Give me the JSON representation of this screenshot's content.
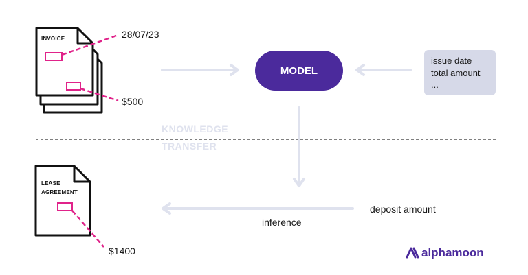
{
  "invoice_doc": {
    "title": "INVOICE",
    "date_value": "28/07/23",
    "amount_value": "$500"
  },
  "model": {
    "label": "MODEL"
  },
  "fields_box": {
    "lines": [
      "issue date",
      "total amount",
      "..."
    ]
  },
  "divider": {
    "label_line1": "KNOWLEDGE",
    "label_line2": "TRANSFER"
  },
  "lease_doc": {
    "title_line1": "LEASE",
    "title_line2": "AGREEMENT",
    "amount_value": "$1400"
  },
  "inference": {
    "query_label": "deposit amount",
    "label": "inference"
  },
  "brand": {
    "name": "alphamoon"
  },
  "colors": {
    "accent": "#4b2a9c",
    "highlight": "#e0238a",
    "arrow": "#dfe2ee",
    "box": "#d6d9e8"
  }
}
